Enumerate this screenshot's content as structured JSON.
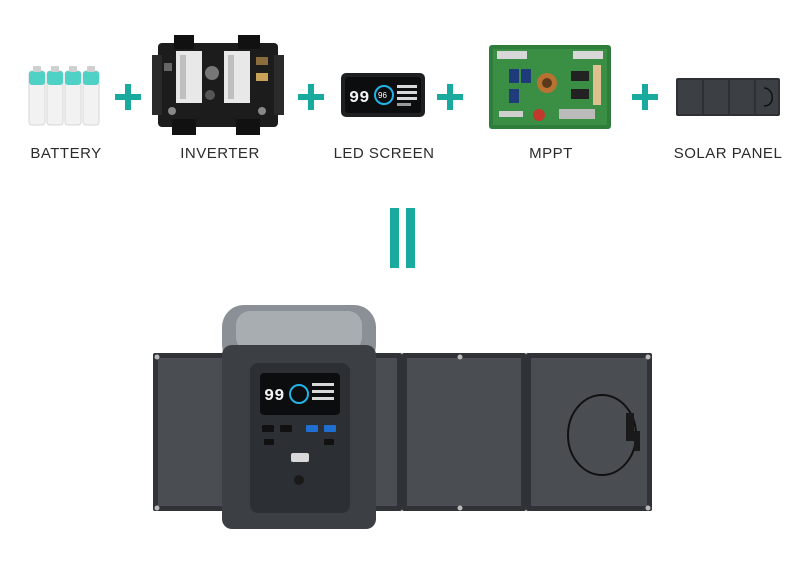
{
  "components": [
    {
      "id": "battery",
      "label": "BATTERY",
      "icon": "battery-cells-icon"
    },
    {
      "id": "inverter",
      "label": "INVERTER",
      "icon": "inverter-board-icon"
    },
    {
      "id": "led-screen",
      "label": "LED SCREEN",
      "icon": "led-screen-icon"
    },
    {
      "id": "mppt",
      "label": "MPPT",
      "icon": "mppt-circuit-board-icon"
    },
    {
      "id": "solar-panel",
      "label": "SOLAR PANEL",
      "icon": "folded-solar-panel-icon"
    }
  ],
  "operators": {
    "plus": "+",
    "equals": "="
  },
  "screen_readout": {
    "value": "99",
    "ring": "96"
  },
  "colors": {
    "accent": "#18a99f",
    "label_text": "#2b2b2b",
    "battery_cap": "#4fd1c5",
    "panel": "#3a3d40",
    "station_body": "#3c4044"
  }
}
